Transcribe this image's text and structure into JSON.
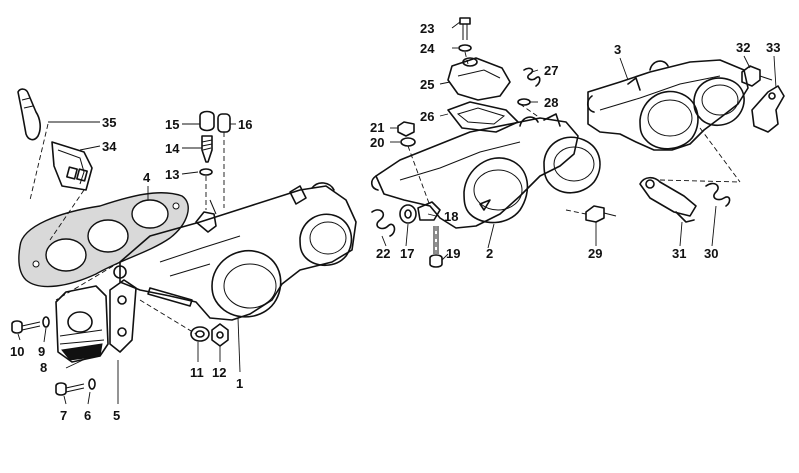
{
  "diagram": {
    "type": "exploded-parts-diagram",
    "subject": "intake manifold / throttle body assembly",
    "line_color": "#111111",
    "background": "#ffffff"
  },
  "callouts": {
    "c1": "1",
    "c2": "2",
    "c3": "3",
    "c4": "4",
    "c5": "5",
    "c6": "6",
    "c7": "7",
    "c8": "8",
    "c9": "9",
    "c10": "10",
    "c11": "11",
    "c12": "12",
    "c13": "13",
    "c14": "14",
    "c15": "15",
    "c16": "16",
    "c17": "17",
    "c18": "18",
    "c19": "19",
    "c20": "20",
    "c21": "21",
    "c22": "22",
    "c23": "23",
    "c24": "24",
    "c25": "25",
    "c26": "26",
    "c27": "27",
    "c28": "28",
    "c29": "29",
    "c30": "30",
    "c31": "31",
    "c32": "32",
    "c33": "33",
    "c34": "34",
    "c35": "35"
  }
}
